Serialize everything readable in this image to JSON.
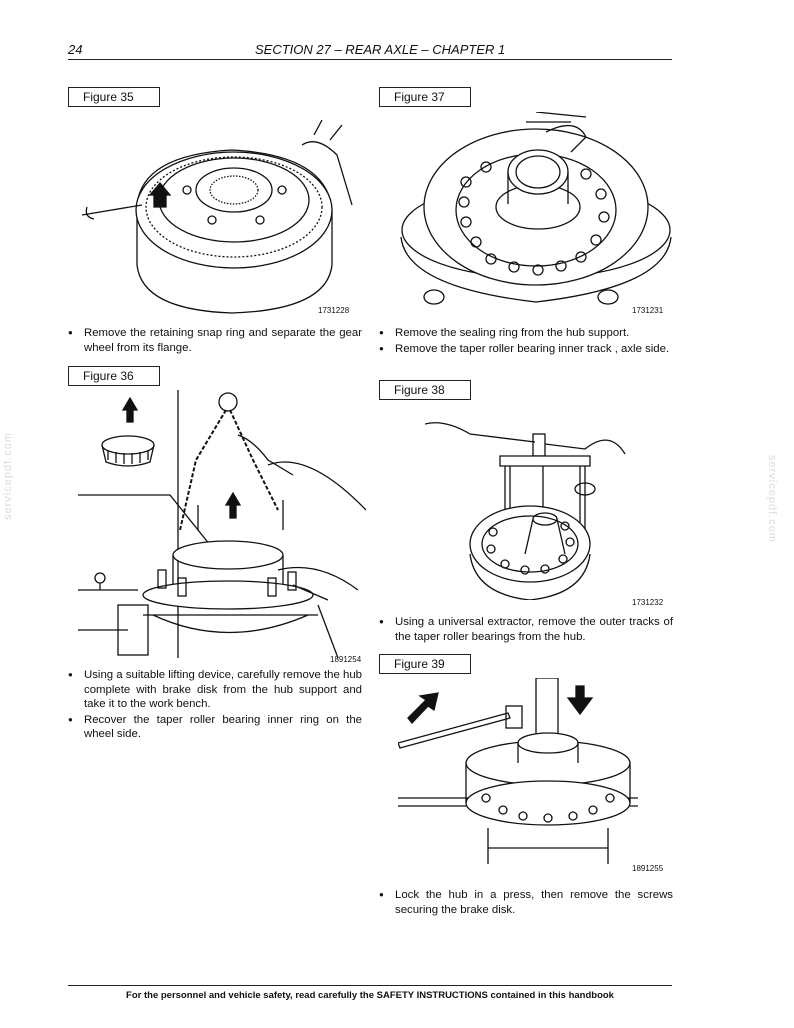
{
  "header": {
    "page_number": "24",
    "section_title": "SECTION 27 – REAR AXLE – CHAPTER 1"
  },
  "figures": [
    {
      "label": "Figure 35",
      "code": "1731228",
      "icon": "hub-snap-ring-illustration"
    },
    {
      "label": "Figure 36",
      "code": "1891254",
      "icon": "hub-lifting-chain-illustration"
    },
    {
      "label": "Figure 37",
      "code": "1731231",
      "icon": "hub-sealing-ring-illustration"
    },
    {
      "label": "Figure 38",
      "code": "1731232",
      "icon": "universal-extractor-illustration"
    },
    {
      "label": "Figure 39",
      "code": "1891255",
      "icon": "hub-press-illustration"
    }
  ],
  "instructions": {
    "fig35": [
      "Remove the retaining snap ring and separate the gear wheel from its flange."
    ],
    "fig36": [
      "Using a suitable lifting device, carefully remove the hub complete with brake disk from the hub support and take it to the work bench.",
      "Recover the taper roller bearing inner ring on the wheel side."
    ],
    "fig37": [
      "Remove the sealing ring from the hub support.",
      "Remove the taper roller bearing inner track , axle side."
    ],
    "fig38": [
      "Using a universal extractor, remove the outer tracks of the taper roller bearings from the hub."
    ],
    "fig39": [
      "Lock the hub in a press, then remove the screws securing the brake disk."
    ]
  },
  "footer": {
    "text": "For the personnel and vehicle safety, read carefully the SAFETY INSTRUCTIONS contained in this handbook"
  },
  "watermark": {
    "text": "servicepdf.com"
  }
}
